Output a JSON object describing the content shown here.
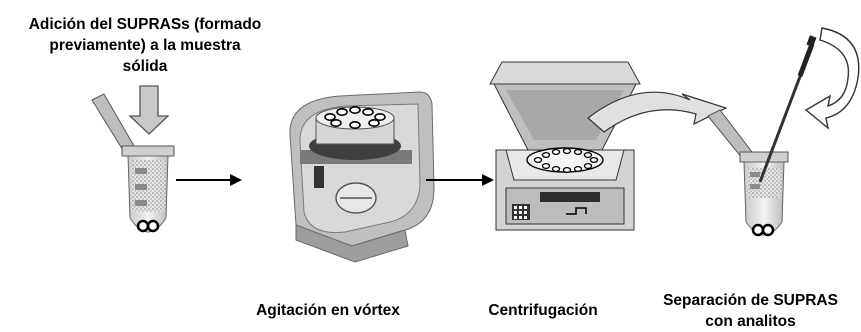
{
  "steps": [
    {
      "lines": [
        "Adición del SUPRASs (formado",
        "previamente) a la muestra",
        "sólida"
      ]
    },
    {
      "label": "Agitación en vórtex"
    },
    {
      "label": "Centrifugación"
    },
    {
      "lines": [
        "Separación de SUPRAS",
        "con analitos"
      ]
    }
  ],
  "colors": {
    "tube": "#d9d9d9",
    "dark": "#4d4d4d",
    "stroke": "#000000"
  }
}
